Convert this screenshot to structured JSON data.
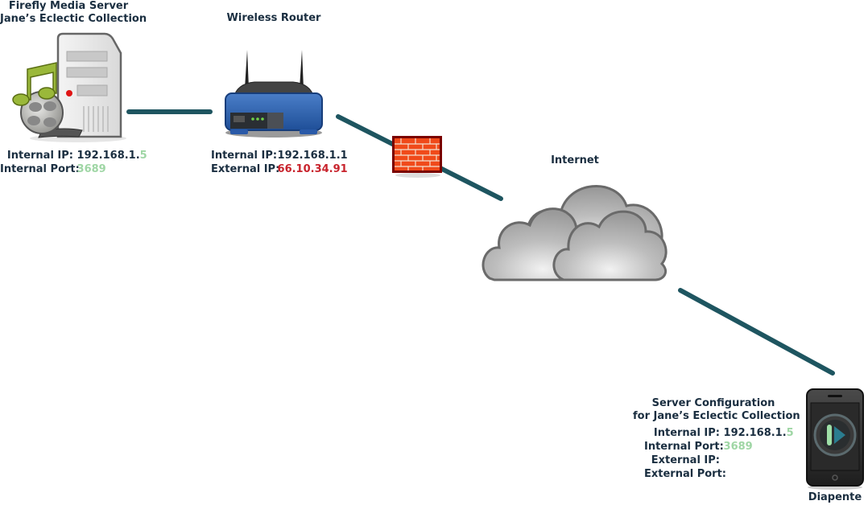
{
  "diagram": {
    "nodes": {
      "server": {
        "title_line1": "Firefly Media Server",
        "title_line2": "Jane’s Eclectic Collection",
        "icon": "media-server-icon",
        "internal_ip_label": "Internal IP:",
        "internal_ip_prefix": "192.168.1.",
        "internal_ip_suffix": "5",
        "internal_port_label": "Internal Port:",
        "internal_port": "3689"
      },
      "router": {
        "title": "Wireless Router",
        "icon": "wireless-router-icon",
        "internal_ip_label": "Internal IP:",
        "internal_ip": "192.168.1.1",
        "external_ip_label": "External IP:",
        "external_ip": "66.10.34.91"
      },
      "firewall": {
        "icon": "firewall-icon"
      },
      "internet": {
        "title": "Internet",
        "icon": "cloud-icon"
      },
      "phone": {
        "title": "Diapente",
        "icon": "smartphone-icon",
        "config_title_line1": "Server Configuration",
        "config_title_line2": "for Jane’s Eclectic Collection",
        "internal_ip_label": "Internal IP:",
        "internal_ip_prefix": "192.168.1.",
        "internal_ip_suffix": "5",
        "internal_port_label": "Internal Port:",
        "internal_port": "3689",
        "external_ip_label": "External IP:",
        "external_ip": "",
        "external_port_label": "External Port:",
        "external_port": ""
      }
    },
    "edges": [
      {
        "from": "server",
        "to": "router"
      },
      {
        "from": "router",
        "to": "internet",
        "via": "firewall"
      },
      {
        "from": "internet",
        "to": "phone"
      }
    ],
    "colors": {
      "link": "#1e5560",
      "text": "#1a2e40",
      "highlight_green": "#9fd6a5",
      "highlight_red": "#c8232c"
    }
  }
}
